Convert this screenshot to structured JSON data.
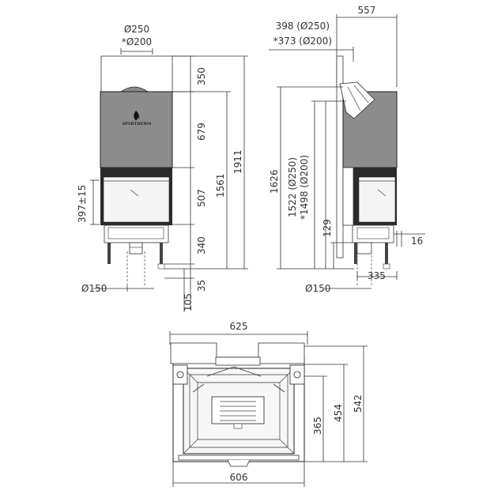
{
  "brand": "SPARTHERM",
  "front_view": {
    "flue_dia_1": "Ø250",
    "flue_dia_2": "*Ø200",
    "dim_350": "350",
    "dim_679": "679",
    "dim_507": "507",
    "dim_340": "340",
    "dim_35": "35",
    "dim_1561": "1561",
    "dim_1911": "1911",
    "dim_397": "397±15",
    "dim_150": "Ø150",
    "dim_105": "105"
  },
  "side_view": {
    "offset_1": "398 (Ø250)",
    "offset_2": "*373 (Ø200)",
    "width_557": "557",
    "dim_1626": "1626",
    "dim_1522": "1522 (Ø250)",
    "dim_1498": "*1498 (Ø200)",
    "dim_129": "129",
    "dim_16": "16",
    "dim_150": "Ø150",
    "dim_335": "335"
  },
  "top_view": {
    "width_625": "625",
    "width_606": "606",
    "dim_365": "365",
    "dim_454": "454",
    "dim_542": "542"
  },
  "colors": {
    "housing_top": "#8c8c8c",
    "firebox": "#f4f4f4",
    "glass_frame": "#2a2a2a",
    "line": "#333333"
  }
}
